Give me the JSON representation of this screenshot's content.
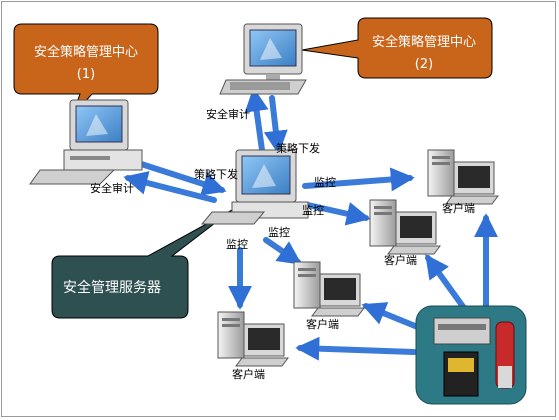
{
  "callouts": {
    "center1_title": "安全策略管理中心",
    "center1_num": "(1)",
    "center2_title": "安全策略管理中心",
    "center2_num": "(2)",
    "server_title": "安全管理服务器"
  },
  "labels": {
    "audit_top": "安全审计",
    "policy_top": "策略下发",
    "audit_left": "安全审计",
    "policy_left": "策略下发",
    "monitor_right_top": "监控",
    "monitor_right_mid": "监控",
    "monitor_bottom_left": "监控",
    "monitor_bottom_mid": "监控"
  },
  "clients": {
    "client_top_right": "客户端",
    "client_mid_right": "客户端",
    "client_center": "客户端",
    "client_bottom_left": "客户端"
  },
  "colors": {
    "callout_orange": "#c9651b",
    "server_callout": "#2e5050",
    "arrow_blue": "#3a7ad8"
  }
}
